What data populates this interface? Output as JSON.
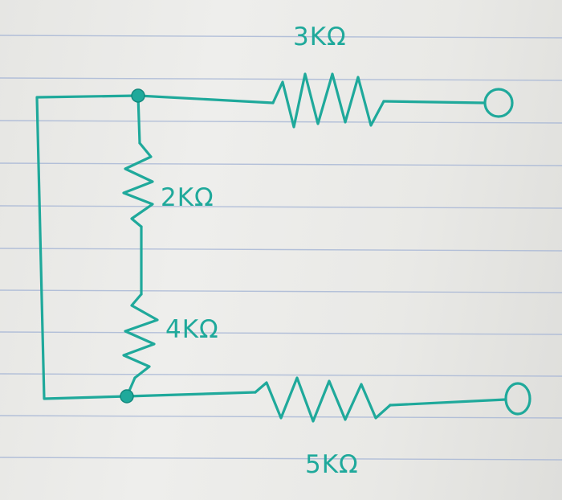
{
  "ink_color": "#1fa99b",
  "rule_color": "#a9b8d6",
  "paper_color": "#ebebe9",
  "resistors": [
    {
      "id": "r1",
      "label": "3KΩ"
    },
    {
      "id": "r2",
      "label": "2KΩ"
    },
    {
      "id": "r3",
      "label": "4KΩ"
    },
    {
      "id": "r4",
      "label": "5KΩ"
    }
  ]
}
